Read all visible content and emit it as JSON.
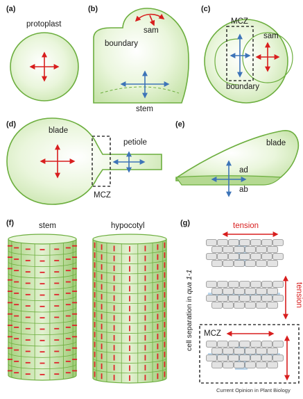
{
  "panels": {
    "a": {
      "label": "(a)",
      "title": "protoplast"
    },
    "b": {
      "label": "(b)",
      "top": "sam",
      "side": "boundary",
      "bottom": "stem"
    },
    "c": {
      "label": "(c)",
      "top": "MCZ",
      "right": "sam",
      "bottom": "boundary"
    },
    "d": {
      "label": "(d)",
      "main": "blade",
      "stalk": "petiole",
      "zone": "MCZ"
    },
    "e": {
      "label": "(e)",
      "main": "blade",
      "upper": "ad",
      "lower": "ab"
    },
    "f": {
      "label": "(f)",
      "left": "stem",
      "right": "hypocotyl"
    },
    "g": {
      "label": "(g)",
      "top": "tension",
      "side": "tension",
      "zone": "MCZ",
      "vertical": "cell separation in ",
      "vertical_gene": "qua 1-1"
    }
  },
  "footer": "Current Opinion in Plant Biology",
  "colors": {
    "green_fill": "#dff0cf",
    "green_stroke": "#6cae3e",
    "red": "#d81e1e",
    "blue": "#3d74b8",
    "gap": "#bcd8ee"
  }
}
